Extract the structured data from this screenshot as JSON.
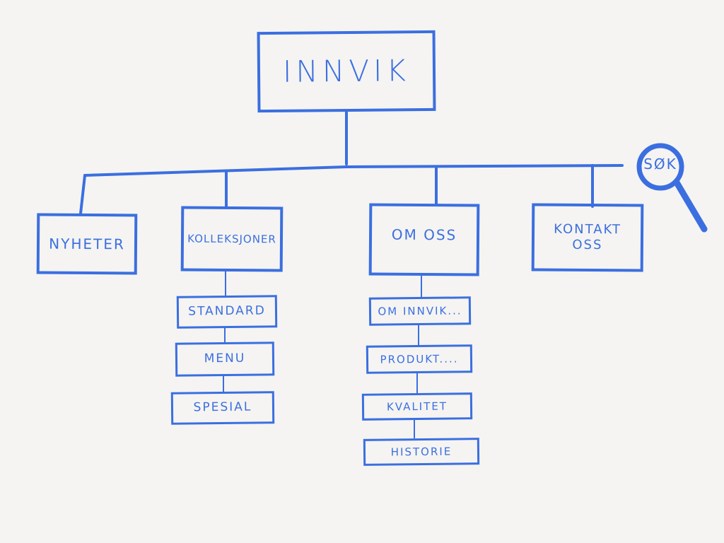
{
  "root": {
    "label": "INNVIK"
  },
  "sections": [
    {
      "id": "nyheter",
      "label": "NYHETER",
      "children": []
    },
    {
      "id": "kolleksjoner",
      "label": "KOLLEKSJONER",
      "children": [
        "STANDARD",
        "MENU",
        "SPESIAL"
      ]
    },
    {
      "id": "om-oss",
      "label": "OM OSS",
      "children": [
        "OM INNVIK...",
        "PRODUKT....",
        "KVALITET",
        "HISTORIE"
      ]
    },
    {
      "id": "kontakt-oss",
      "label": "KONTAKT\nOSS",
      "children": []
    }
  ],
  "search": {
    "label": "SØK",
    "icon": "magnifier-icon"
  },
  "colors": {
    "ink": "#3b6fe0",
    "background": "#f5f4f2"
  }
}
